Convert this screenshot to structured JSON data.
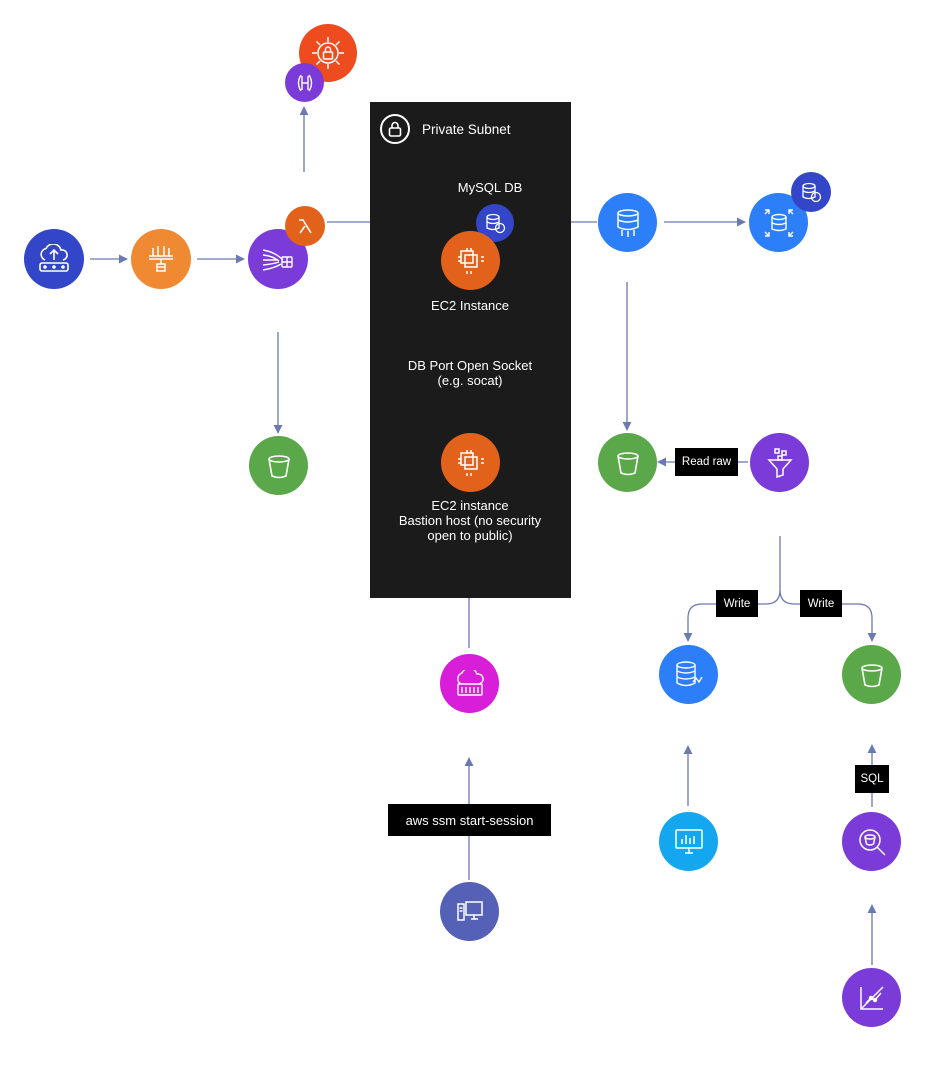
{
  "colors": {
    "subnet_bg": "#1b1b1b",
    "connector": "#6b7ab0",
    "blue": "#2d7ff9",
    "navy": "#3346c8",
    "orange": "#f08a32",
    "purple": "#7b3bd9",
    "green": "#5aa84a",
    "ec2_orange": "#e2621c",
    "red": "#ee4b1f",
    "magenta": "#d81ed9",
    "cyan": "#14a7f0",
    "slate": "#5561b6"
  },
  "subnet": {
    "title": "Private Subnet",
    "icon": "lock-icon"
  },
  "labels": {
    "mysql": "MySQL DB",
    "ec2_instance": "EC2 Instance",
    "socket_line1": "DB Port Open Socket",
    "socket_line2": "(e.g. socat)",
    "bastion_line1": "EC2 instance",
    "bastion_line2": "Bastion host (no security",
    "bastion_line3": "open to public)"
  },
  "edge_labels": {
    "read_raw": "Read raw",
    "write_left": "Write",
    "write_right": "Write",
    "sql": "SQL",
    "ssm": "aws ssm start-session"
  },
  "nodes": [
    {
      "name": "cloud-upload-icon",
      "color": "#3346c8"
    },
    {
      "name": "api-gateway-icon",
      "color": "#f08a32"
    },
    {
      "name": "kinesis-stream-icon",
      "color": "#7b3bd9"
    },
    {
      "name": "lambda-icon",
      "color": "#e2621c"
    },
    {
      "name": "waf-lock-icon",
      "color": "#ee4b1f"
    },
    {
      "name": "hsm-icon",
      "color": "#7b3bd9"
    },
    {
      "name": "s3-bucket-icon",
      "color": "#5aa84a"
    },
    {
      "name": "mysql-db-icon",
      "color": "#3346c8"
    },
    {
      "name": "ec2-chip-icon",
      "color": "#e2621c"
    },
    {
      "name": "bastion-chip-icon",
      "color": "#e2621c"
    },
    {
      "name": "ssm-cloud-icon",
      "color": "#d81ed9"
    },
    {
      "name": "desktop-icon",
      "color": "#5561b6"
    },
    {
      "name": "rds-database-icon",
      "color": "#2d7ff9"
    },
    {
      "name": "rds-replica-icon",
      "color": "#2d7ff9"
    },
    {
      "name": "rds-small-icon",
      "color": "#3346c8"
    },
    {
      "name": "s3-raw-bucket-icon",
      "color": "#5aa84a"
    },
    {
      "name": "glue-filter-icon",
      "color": "#7b3bd9"
    },
    {
      "name": "redshift-icon",
      "color": "#2d7ff9"
    },
    {
      "name": "s3-output-bucket-icon",
      "color": "#5aa84a"
    },
    {
      "name": "quicksight-icon",
      "color": "#14a7f0"
    },
    {
      "name": "athena-icon",
      "color": "#7b3bd9"
    },
    {
      "name": "analytics-chart-icon",
      "color": "#7b3bd9"
    }
  ]
}
